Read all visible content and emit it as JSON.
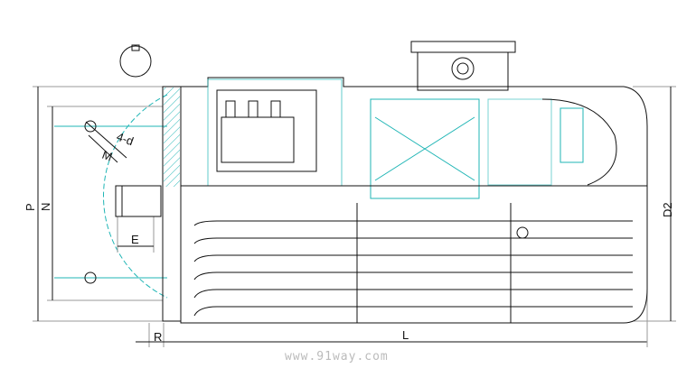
{
  "drawing": {
    "labels": {
      "P": "P",
      "N": "N",
      "holes": "4-d",
      "M": "M",
      "E": "E",
      "R": "R",
      "L": "L",
      "D2": "D2"
    },
    "watermark": "www.91way.com",
    "colors": {
      "line": "#111111",
      "section": "#1fb5b5",
      "dimension": "#999999"
    }
  }
}
